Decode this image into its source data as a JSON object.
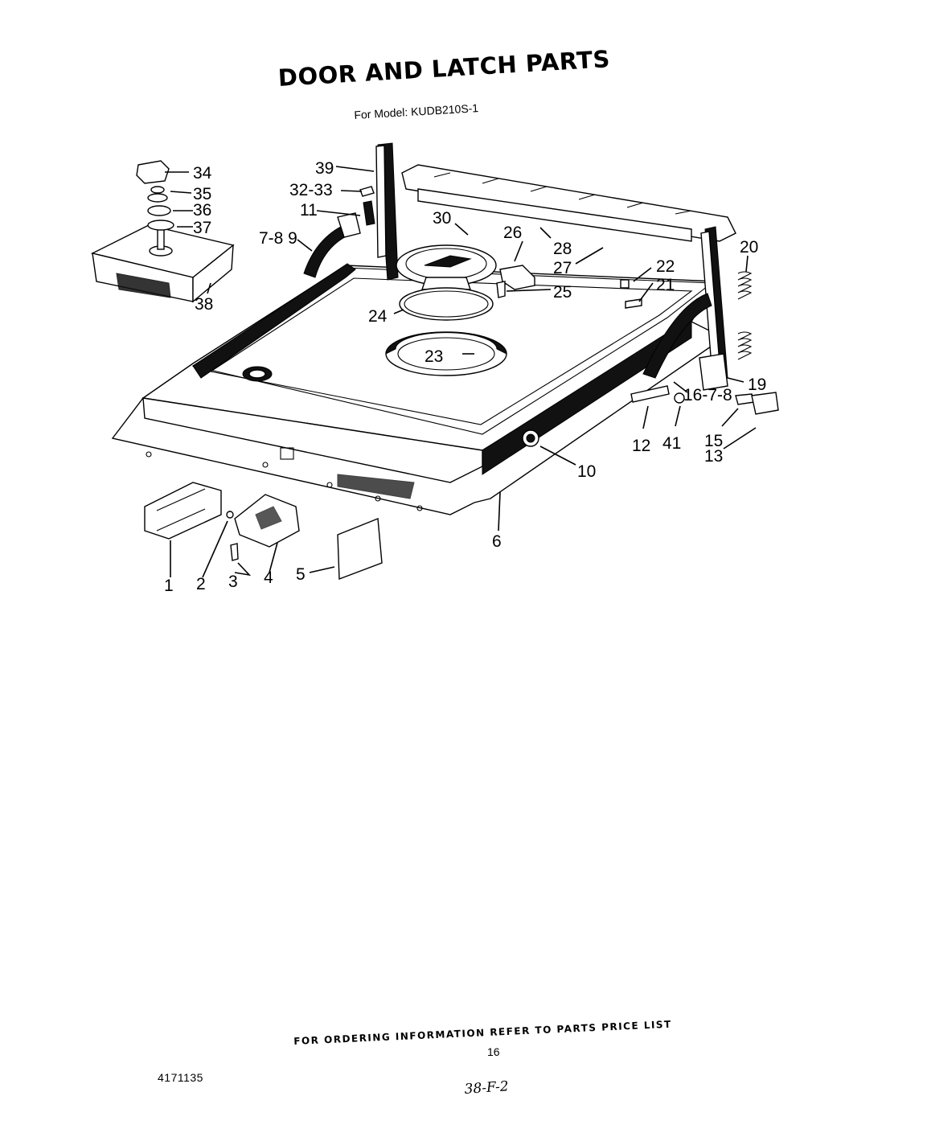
{
  "header": {
    "title": "DOOR AND LATCH PARTS",
    "subtitle": "For Model: KUDB210S-1"
  },
  "footer": {
    "ordering_note": "FOR ORDERING INFORMATION REFER TO PARTS PRICE LIST",
    "page_number": "16",
    "document_number": "4171135",
    "handwritten_note": "38-F-2"
  },
  "diagram": {
    "callouts": {
      "c1": "1",
      "c2": "2",
      "c3": "3",
      "c4": "4",
      "c5": "5",
      "c6": "6",
      "c7_8_9": "7-8 9",
      "c10": "10",
      "c11": "11",
      "c12": "12",
      "c13": "13",
      "c15": "15",
      "c16_7_8": "16-7-8",
      "c19": "19",
      "c20": "20",
      "c21": "21",
      "c22": "22",
      "c23": "23",
      "c24": "24",
      "c25": "25",
      "c26": "26",
      "c27": "27",
      "c28": "28",
      "c30": "30",
      "c32_33": "32-33",
      "c34": "34",
      "c35": "35",
      "c36": "36",
      "c37": "37",
      "c38": "38",
      "c39": "39",
      "c41": "41"
    }
  }
}
